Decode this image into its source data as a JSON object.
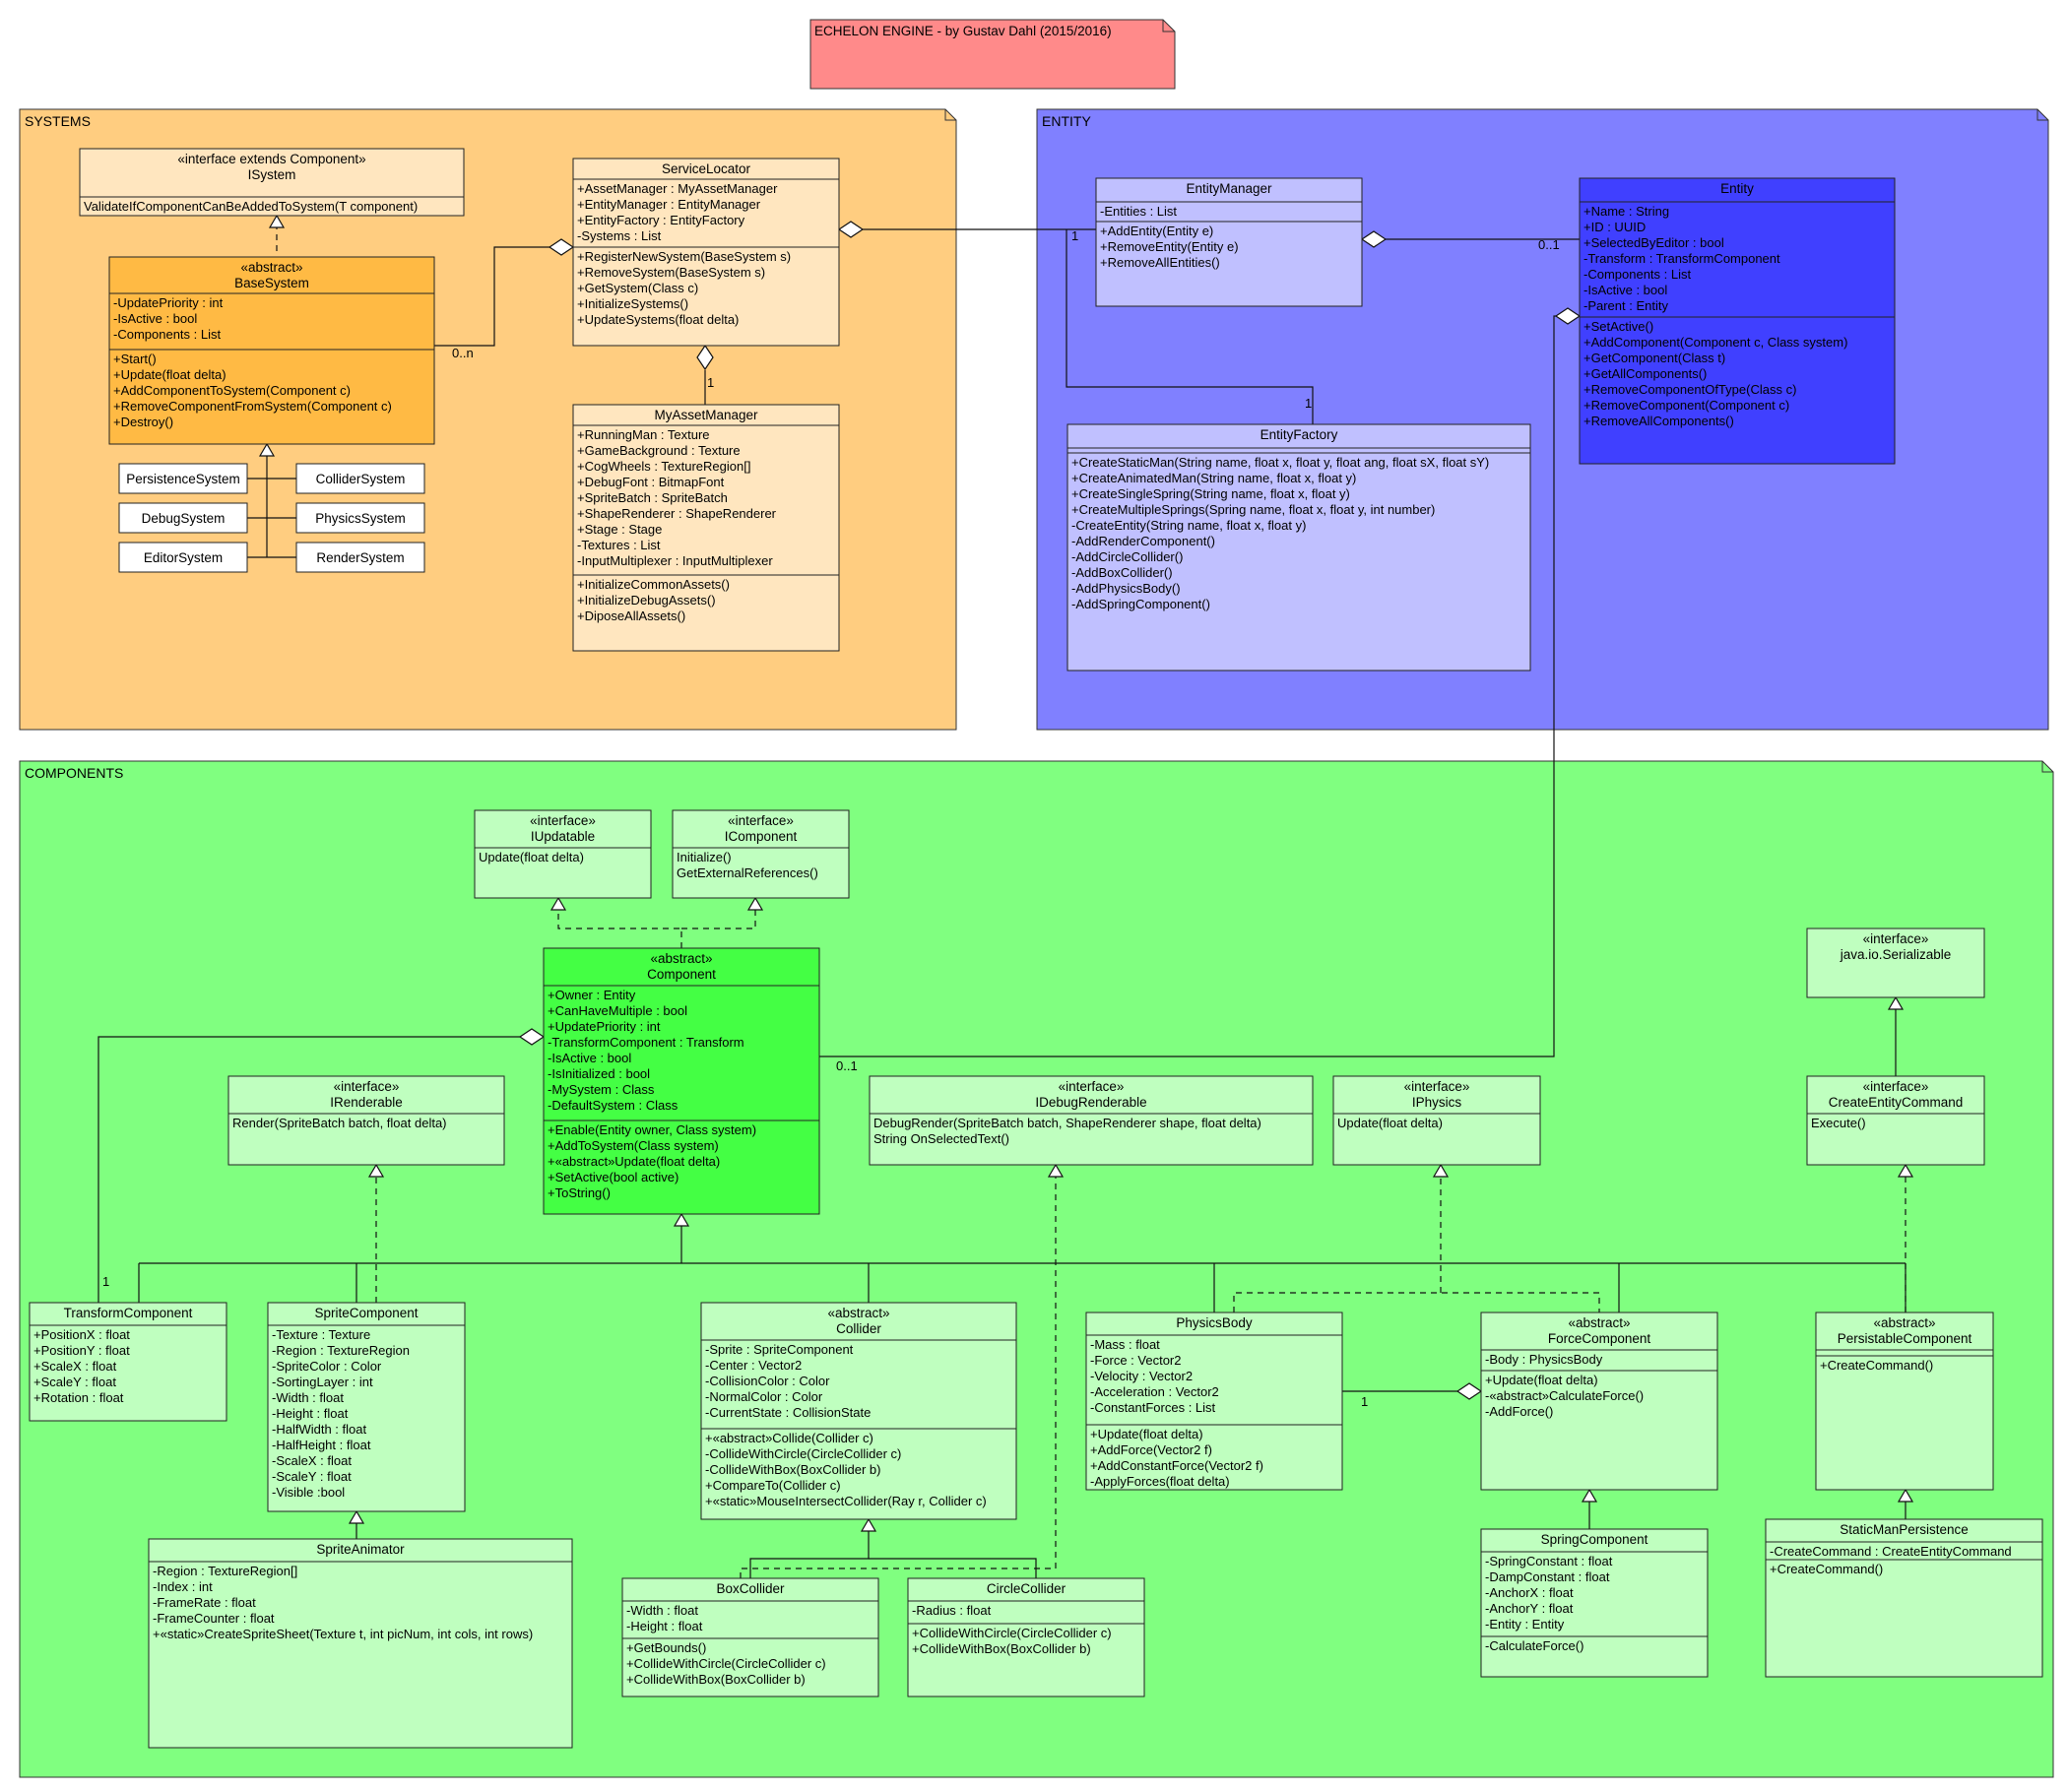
{
  "title": "ECHELON ENGINE - by Gustav Dahl (2015/2016)",
  "colors": {
    "title_note": "#ff8a8a",
    "systems_pkg": "#ffcd80",
    "systems_cls": "#ffe6bf",
    "systems_abstract": "#ffba44",
    "entity_pkg": "#8080ff",
    "entity_cls": "#c0c0ff",
    "entity_main": "#4040ff",
    "components_pkg": "#80ff80",
    "components_cls": "#bfffbf",
    "components_main": "#44ff44",
    "simple_box": "#ffffff"
  },
  "packages": [
    {
      "id": "systems",
      "label": "SYSTEMS"
    },
    {
      "id": "entity",
      "label": "ENTITY"
    },
    {
      "id": "components",
      "label": "COMPONENTS"
    }
  ],
  "classes": {
    "ISystem": {
      "stereo": "«interface extends Component»",
      "name": "ISystem",
      "attrs": [],
      "methods": [
        "ValidateIfComponentCanBeAddedToSystem(T component)"
      ]
    },
    "BaseSystem": {
      "stereo": "«abstract»",
      "name": "BaseSystem",
      "attrs": [
        "-UpdatePriority : int",
        "-IsActive : bool",
        "-Components : List"
      ],
      "methods": [
        "+Start()",
        "+Update(float delta)",
        "+AddComponentToSystem(Component c)",
        "+RemoveComponentFromSystem(Component c)",
        "+Destroy()"
      ]
    },
    "ServiceLocator": {
      "name": "ServiceLocator",
      "attrs": [
        "+AssetManager : MyAssetManager",
        "+EntityManager : EntityManager",
        "+EntityFactory : EntityFactory",
        "-Systems : List"
      ],
      "methods": [
        "+RegisterNewSystem(BaseSystem s)",
        "+RemoveSystem(BaseSystem s)",
        "+GetSystem(Class c)",
        "+InitializeSystems()",
        "+UpdateSystems(float delta)"
      ]
    },
    "MyAssetManager": {
      "name": "MyAssetManager",
      "attrs": [
        "+RunningMan : Texture",
        "+GameBackground : Texture",
        "+CogWheels : TextureRegion[]",
        "+DebugFont : BitmapFont",
        "+SpriteBatch : SpriteBatch",
        "+ShapeRenderer : ShapeRenderer",
        "+Stage : Stage",
        "-Textures : List",
        "-InputMultiplexer : InputMultiplexer"
      ],
      "methods": [
        "+InitializeCommonAssets()",
        "+InitializeDebugAssets()",
        "+DiposeAllAssets()"
      ]
    },
    "PersistenceSystem": {
      "name": "PersistenceSystem"
    },
    "ColliderSystem": {
      "name": "ColliderSystem"
    },
    "DebugSystem": {
      "name": "DebugSystem"
    },
    "PhysicsSystem": {
      "name": "PhysicsSystem"
    },
    "EditorSystem": {
      "name": "EditorSystem"
    },
    "RenderSystem": {
      "name": "RenderSystem"
    },
    "EntityManager": {
      "name": "EntityManager",
      "attrs": [
        "-Entities : List"
      ],
      "methods": [
        "+AddEntity(Entity e)",
        "+RemoveEntity(Entity e)",
        "+RemoveAllEntities()"
      ]
    },
    "Entity": {
      "name": "Entity",
      "attrs": [
        "+Name : String",
        "+ID : UUID",
        "+SelectedByEditor : bool",
        "-Transform : TransformComponent",
        "-Components : List",
        "-IsActive : bool",
        "-Parent : Entity"
      ],
      "methods": [
        "+SetActive()",
        "+AddComponent(Component c, Class system)",
        "+GetComponent(Class t)",
        "+GetAllComponents()",
        "+RemoveComponentOfType(Class c)",
        "+RemoveComponent(Component c)",
        "+RemoveAllComponents()"
      ]
    },
    "EntityFactory": {
      "name": "EntityFactory",
      "attrs": [],
      "methods": [
        "+CreateStaticMan(String name, float x, float y, float ang, float sX, float sY)",
        "+CreateAnimatedMan(String name, float x, float y)",
        "+CreateSingleSpring(String name, float x, float y)",
        "+CreateMultipleSprings(Spring name, float x, float y, int number)",
        "-CreateEntity(String name, float x, float y)",
        "-AddRenderComponent()",
        "-AddCircleCollider()",
        "-AddBoxCollider()",
        "-AddPhysicsBody()",
        "-AddSpringComponent()"
      ]
    },
    "IUpdatable": {
      "stereo": "«interface»",
      "name": "IUpdatable",
      "attrs": [],
      "methods": [
        "Update(float delta)"
      ]
    },
    "IComponent": {
      "stereo": "«interface»",
      "name": "IComponent",
      "attrs": [],
      "methods": [
        "Initialize()",
        "GetExternalReferences()"
      ]
    },
    "Component": {
      "stereo": "«abstract»",
      "name": "Component",
      "attrs": [
        "+Owner : Entity",
        "+CanHaveMultiple : bool",
        "+UpdatePriority : int",
        "-TransformComponent : Transform",
        "-IsActive : bool",
        "-IsInitialized : bool",
        "-MySystem : Class",
        "-DefaultSystem : Class"
      ],
      "methods": [
        "+Enable(Entity owner, Class system)",
        "+AddToSystem(Class system)",
        "+«abstract»Update(float delta)",
        "+SetActive(bool active)",
        "+ToString()"
      ]
    },
    "IRenderable": {
      "stereo": "«interface»",
      "name": "IRenderable",
      "attrs": [],
      "methods": [
        "Render(SpriteBatch batch, float delta)"
      ]
    },
    "IDebugRenderable": {
      "stereo": "«interface»",
      "name": "IDebugRenderable",
      "attrs": [],
      "methods": [
        "DebugRender(SpriteBatch batch, ShapeRenderer shape, float delta)",
        "String OnSelectedText()"
      ]
    },
    "IPhysics": {
      "stereo": "«interface»",
      "name": "IPhysics",
      "attrs": [],
      "methods": [
        "Update(float delta)"
      ]
    },
    "Serializable": {
      "stereo": "«interface»",
      "name": "java.io.Serializable",
      "attrs": [],
      "methods": []
    },
    "CreateEntityCommand": {
      "stereo": "«interface»",
      "name": "CreateEntityCommand",
      "attrs": [],
      "methods": [
        "Execute()"
      ]
    },
    "TransformComponent": {
      "name": "TransformComponent",
      "attrs": [
        "+PositionX : float",
        "+PositionY : float",
        "+ScaleX : float",
        "+ScaleY : float",
        "+Rotation : float"
      ],
      "methods": []
    },
    "SpriteComponent": {
      "name": "SpriteComponent",
      "attrs": [
        "-Texture : Texture",
        "-Region : TextureRegion",
        "-SpriteColor : Color",
        "-SortingLayer : int",
        "-Width : float",
        "-Height : float",
        "-HalfWidth : float",
        "-HalfHeight : float",
        "-ScaleX : float",
        "-ScaleY : float",
        "-Visible :bool"
      ],
      "methods": []
    },
    "Collider": {
      "stereo": "«abstract»",
      "name": "Collider",
      "attrs": [
        "-Sprite : SpriteComponent",
        "-Center : Vector2",
        "-CollisionColor : Color",
        "-NormalColor : Color",
        "-CurrentState : CollisionState"
      ],
      "methods": [
        "+«abstract»Collide(Collider c)",
        "-CollideWithCircle(CircleCollider c)",
        "-CollideWithBox(BoxCollider b)",
        "+CompareTo(Collider c)",
        "+«static»MouseIntersectCollider(Ray r, Collider c)"
      ]
    },
    "PhysicsBody": {
      "name": "PhysicsBody",
      "attrs": [
        "-Mass : float",
        "-Force : Vector2",
        "-Velocity : Vector2",
        "-Acceleration : Vector2",
        "-ConstantForces : List"
      ],
      "methods": [
        "+Update(float delta)",
        "+AddForce(Vector2 f)",
        "+AddConstantForce(Vector2 f)",
        "-ApplyForces(float delta)"
      ]
    },
    "ForceComponent": {
      "stereo": "«abstract»",
      "name": "ForceComponent",
      "attrs": [
        "-Body : PhysicsBody"
      ],
      "methods": [
        "+Update(float delta)",
        "-«abstract»CalculateForce()",
        "-AddForce()"
      ]
    },
    "PersistableComponent": {
      "stereo": "«abstract»",
      "name": "PersistableComponent",
      "attrs": [],
      "methods": [
        "+CreateCommand()"
      ]
    },
    "SpriteAnimator": {
      "name": "SpriteAnimator",
      "attrs": [
        "-Region : TextureRegion[]",
        "-Index : int",
        "-FrameRate : float",
        "-FrameCounter : float",
        "+«static»CreateSpriteSheet(Texture t, int picNum, int cols, int rows)"
      ],
      "methods": []
    },
    "BoxCollider": {
      "name": "BoxCollider",
      "attrs": [
        "-Width : float",
        "-Height : float"
      ],
      "methods": [
        "+GetBounds()",
        "+CollideWithCircle(CircleCollider c)",
        "+CollideWithBox(BoxCollider b)"
      ]
    },
    "CircleCollider": {
      "name": "CircleCollider",
      "attrs": [
        "-Radius : float"
      ],
      "methods": [
        "+CollideWithCircle(CircleCollider c)",
        "+CollideWithBox(BoxCollider b)"
      ]
    },
    "SpringComponent": {
      "name": "SpringComponent",
      "attrs": [
        "-SpringConstant : float",
        "-DampConstant : float",
        "-AnchorX : float",
        "-AnchorY : float",
        "-Entity : Entity"
      ],
      "methods": [
        "-CalculateForce()"
      ]
    },
    "StaticManPersistence": {
      "name": "StaticManPersistence",
      "attrs": [
        "-CreateCommand : CreateEntityCommand"
      ],
      "methods": [
        "+CreateCommand()"
      ]
    }
  },
  "multiplicities": {
    "base_systems": "0..n",
    "asset_manager": "1",
    "entity_manager": "1",
    "entity_factory": "1",
    "entity_parent": "0..1",
    "component_owner": "0..1",
    "transform": "1",
    "physics_body": "1"
  }
}
